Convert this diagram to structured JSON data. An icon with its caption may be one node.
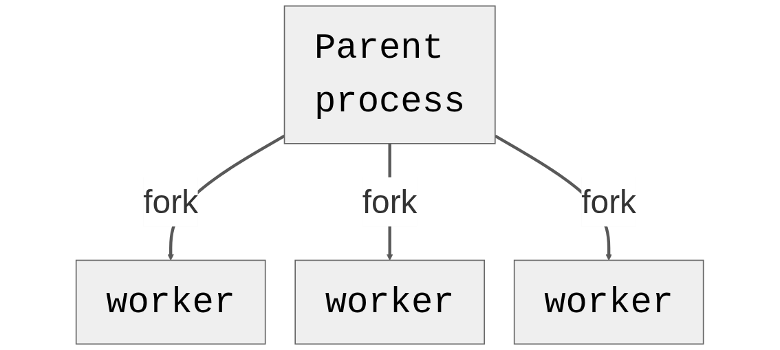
{
  "diagram": {
    "nodes": [
      {
        "text": [
          "Parent process"
        ]
      },
      {
        "text": [
          "worker"
        ]
      },
      {
        "text": [
          "worker"
        ]
      },
      {
        "text": [
          "worker"
        ]
      }
    ],
    "edges": [
      {
        "from": 0,
        "to": 1,
        "arrow": "to",
        "label": "fork"
      },
      {
        "from": 0,
        "to": 2,
        "arrow": "to",
        "label": "fork"
      },
      {
        "from": 0,
        "to": 3,
        "arrow": "to",
        "label": "fork"
      }
    ]
  }
}
